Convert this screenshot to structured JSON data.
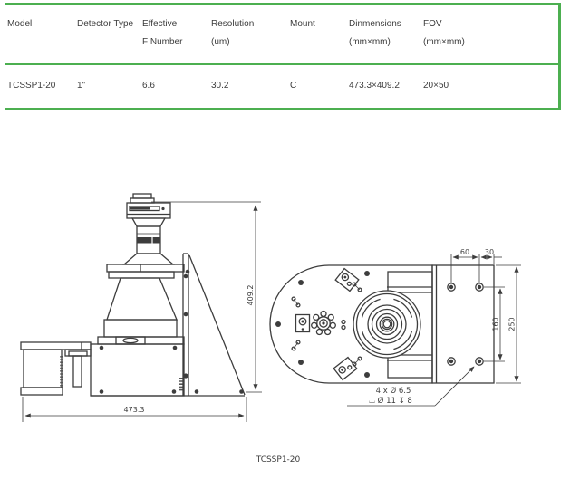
{
  "accent_color": "#4caf50",
  "line_color": "#3d3d3d",
  "table": {
    "columns": [
      {
        "line1": "Model",
        "line2": ""
      },
      {
        "line1": "Detector Type",
        "line2": ""
      },
      {
        "line1": "Effective",
        "line2": "F Number"
      },
      {
        "line1": "Resolution",
        "line2": "(um)"
      },
      {
        "line1": "Mount",
        "line2": ""
      },
      {
        "line1": "Dinmensions",
        "line2": "(mm×mm)"
      },
      {
        "line1": "FOV",
        "line2": "(mm×mm)"
      }
    ],
    "rows": [
      {
        "cells": [
          "TCSSP1-20",
          "1\"",
          "6.6",
          "30.2",
          "C",
          "473.3×409.2",
          "20×50"
        ]
      }
    ]
  },
  "drawing": {
    "side_view": {
      "height_dim": "409.2",
      "width_dim": "473.3"
    },
    "top_view": {
      "dim_60": "60",
      "dim_30": "30",
      "dim_160": "160",
      "dim_250": "250",
      "hole_note_line1": "4 x Ø 6.5",
      "hole_note_line2": "⌴ Ø 11 ↧ 8"
    },
    "caption": "TCSSP1-20"
  }
}
